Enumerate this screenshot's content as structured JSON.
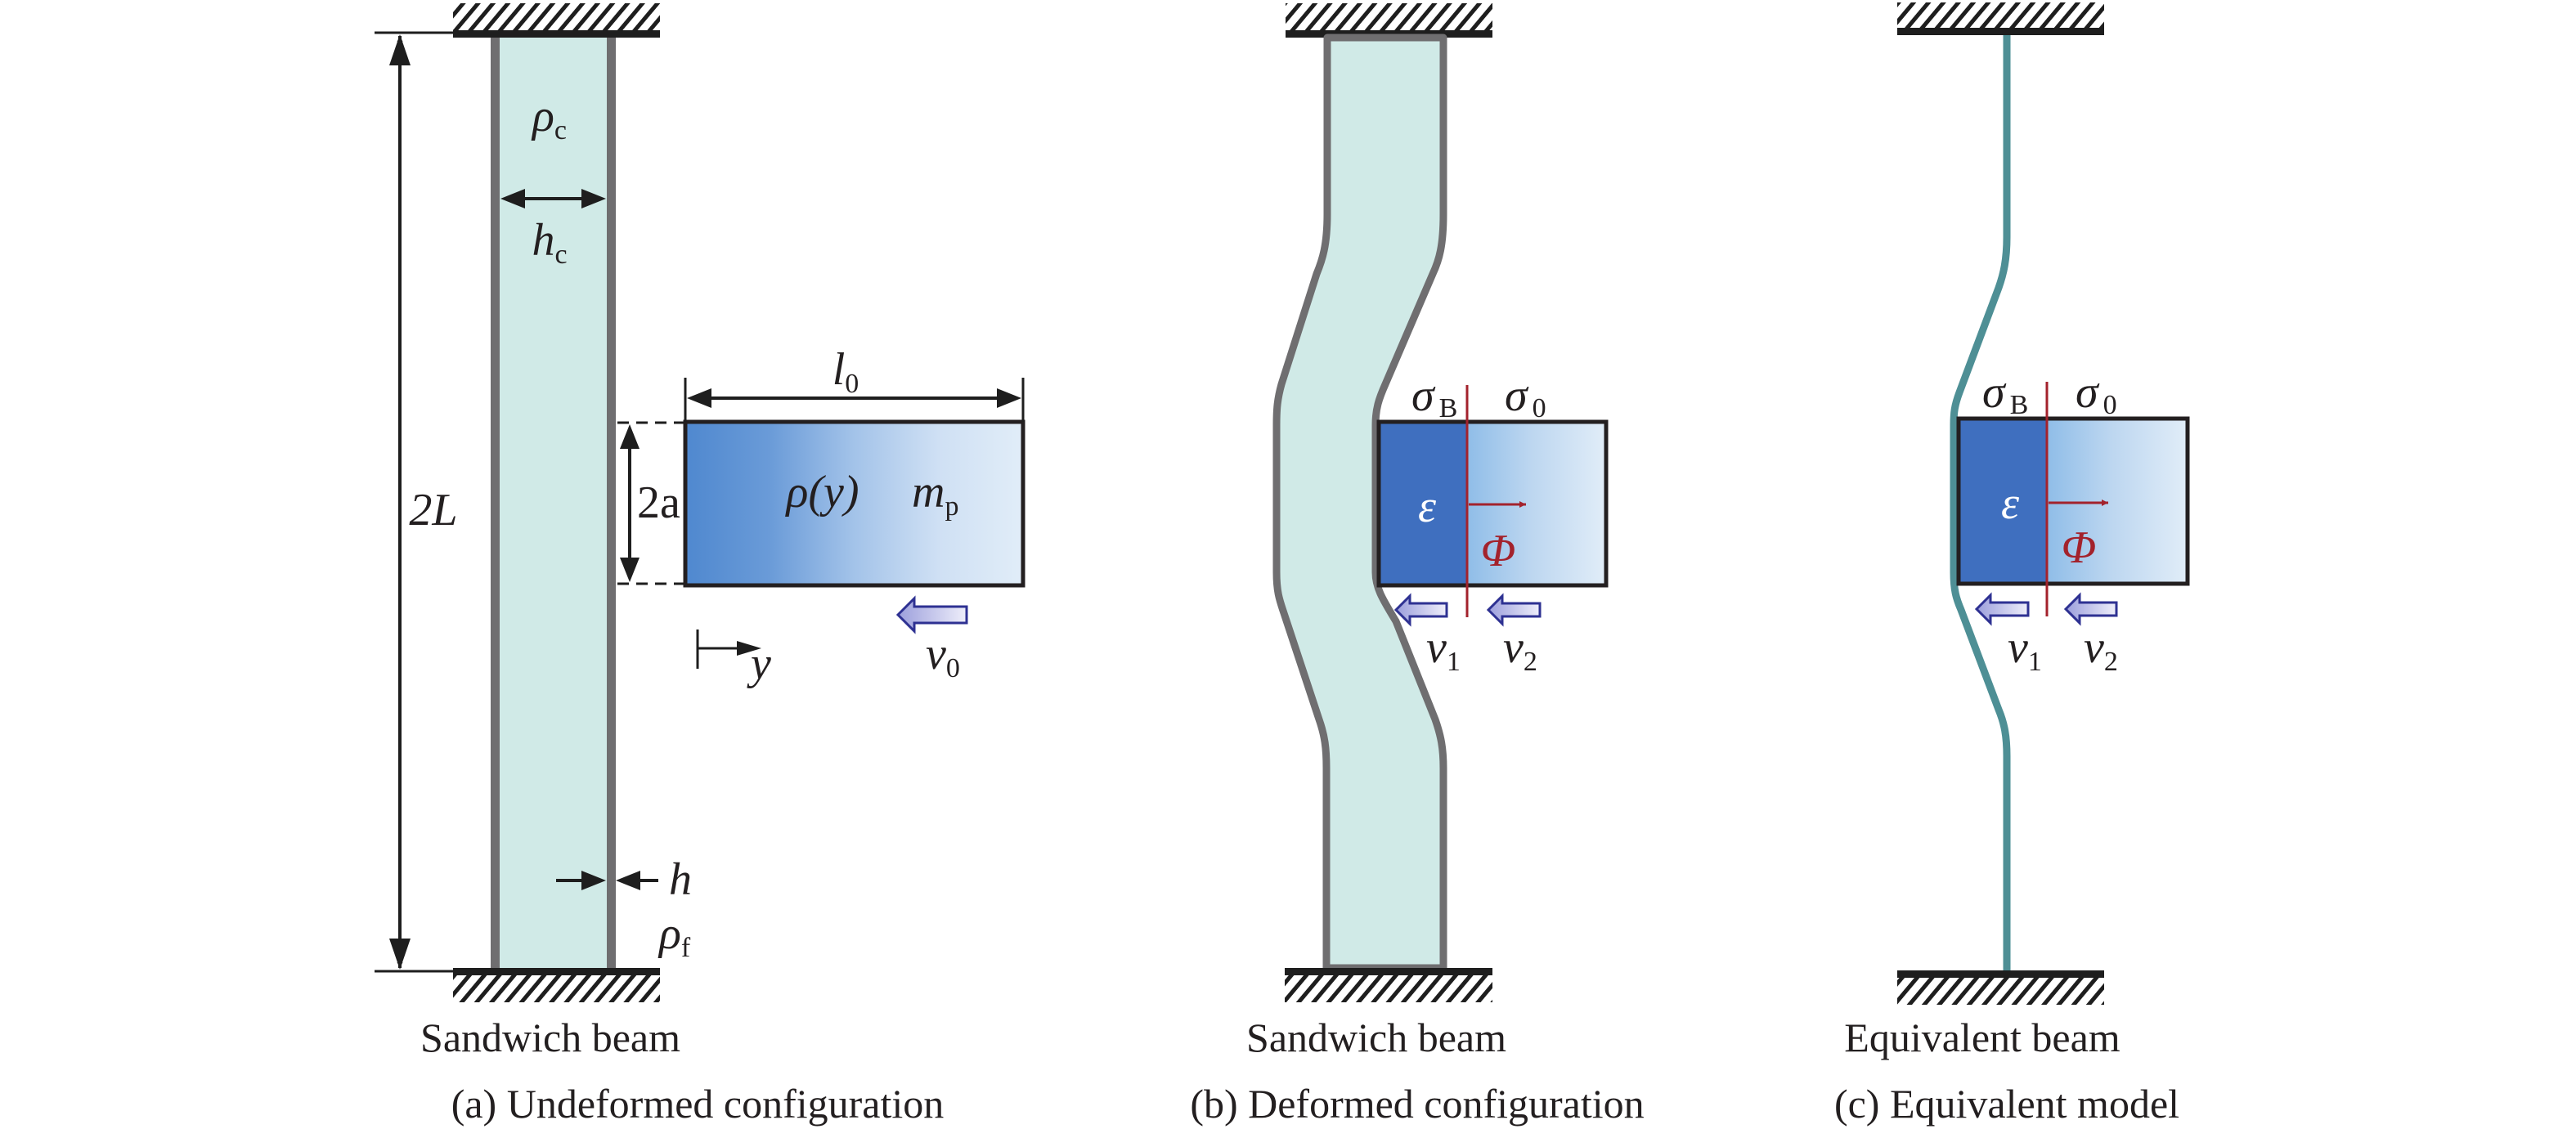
{
  "figure": {
    "colors": {
      "face_sheet": "#6f6e70",
      "core": "#d0eae7",
      "wall": "#1e1e1e",
      "projectile_dark": "#3f6fbf",
      "projectile_grad_start": "#4f88cf",
      "projectile_grad_light": "#8fbde8",
      "projectile_grad_end": "#e1edf8",
      "interface_red": "#a3222c",
      "velocity_arrow_stroke": "#2e3192",
      "velocity_arrow_fill_start": "#9c9fdc",
      "velocity_arrow_fill_end": "#eeeefa",
      "equivalent_beam": "#4e8f95",
      "text": "#231f20"
    },
    "panels": [
      {
        "id": "a",
        "caption": "(a) Undeformed configuration",
        "beam_label": "Sandwich beam",
        "labels": {
          "length": {
            "main": "2L"
          },
          "core_density": {
            "main": "ρ",
            "sub": "c"
          },
          "core_thickness": {
            "main": "h",
            "sub": "c"
          },
          "face_thickness": {
            "main": "h"
          },
          "face_density": {
            "main": "ρ",
            "sub": "f"
          },
          "projectile_length": {
            "main": "l",
            "sub": "0"
          },
          "projectile_height": {
            "main": "2a"
          },
          "projectile_density": {
            "main": "ρ(y)"
          },
          "projectile_mass": {
            "main": "m",
            "sub": "p"
          },
          "velocity": {
            "main": "v",
            "sub": "0"
          },
          "axis": {
            "main": "y"
          }
        }
      },
      {
        "id": "b",
        "caption": "(b) Deformed configuration",
        "beam_label": "Sandwich beam",
        "labels": {
          "sigma_b": {
            "main": "σ",
            "sub": "B"
          },
          "sigma_0": {
            "main": "σ",
            "sub": "0"
          },
          "strain": {
            "main": "ε"
          },
          "front_velocity": {
            "main": "Φ"
          },
          "v1": {
            "main": "v",
            "sub": "1"
          },
          "v2": {
            "main": "v",
            "sub": "2"
          }
        }
      },
      {
        "id": "c",
        "caption": "(c) Equivalent model",
        "beam_label": "Equivalent beam",
        "labels": {
          "sigma_b": {
            "main": "σ",
            "sub": "B"
          },
          "sigma_0": {
            "main": "σ",
            "sub": "0"
          },
          "strain": {
            "main": "ε"
          },
          "front_velocity": {
            "main": "Φ"
          },
          "v1": {
            "main": "v",
            "sub": "1"
          },
          "v2": {
            "main": "v",
            "sub": "2"
          }
        }
      }
    ]
  }
}
